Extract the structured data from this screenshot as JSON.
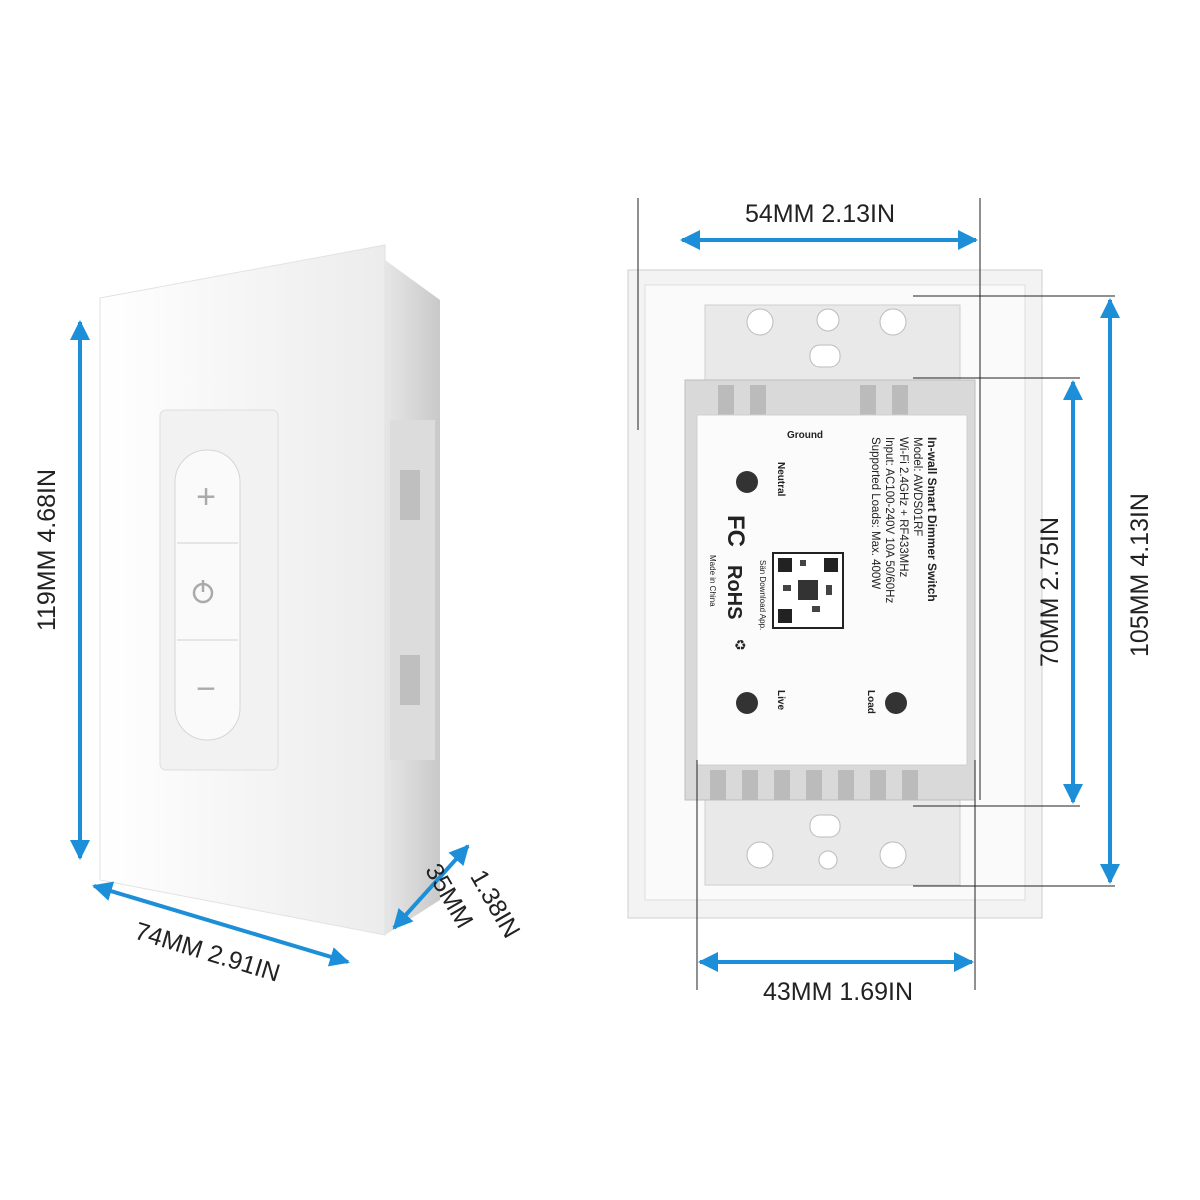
{
  "colors": {
    "dimension_arrow": "#1d8fd8",
    "plate": "#f7f7f7",
    "module": "#eeeeee"
  },
  "front_view": {
    "height_label": "119MM  4.68IN",
    "width_label": "74MM  2.91IN",
    "depth_label_mm": "35MM",
    "depth_label_in": "1.38IN",
    "buttons": {
      "up": "+",
      "power": "power-icon",
      "down": "−"
    }
  },
  "back_view": {
    "top_width_label": "54MM  2.13IN",
    "bottom_width_label": "43MM 1.69IN",
    "outer_height_label": "105MM  4.13IN",
    "inner_height_label": "70MM   2.75IN",
    "terminals": {
      "ground": "Ground",
      "neutral": "Neutral",
      "live": "Live",
      "load": "Load"
    },
    "product_label": {
      "title": "In-wall Smart Dimmer Switch",
      "model": "Model: AWDS01RF",
      "wifi": "Wi-Fi 2.4GHz + RF433MHz",
      "input": "Input: AC100-240V 10A 50/60Hz",
      "loads": "Supported Loads: Max. 400W",
      "qr_caption": "Sän Download App.",
      "fcc": "FC",
      "rohs": "RoHS",
      "origin": "Made in China"
    }
  }
}
